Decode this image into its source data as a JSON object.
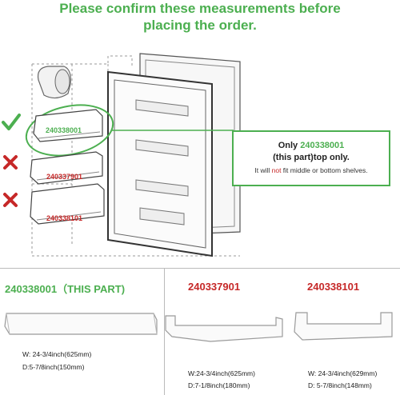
{
  "header": {
    "line1": "Please confirm these measurements before",
    "line2": "placing the order."
  },
  "callout": {
    "line1_prefix": "Only ",
    "line1_part": "240338001",
    "line2": "(this part)top only.",
    "line3_prefix": "It will ",
    "line3_not": "not",
    "line3_suffix": " fit middle or bottom shelves."
  },
  "diagram_labels": {
    "top": "240338001",
    "middle": "240337901",
    "bottom": "240338101"
  },
  "parts": [
    {
      "title": "240338001（THIS PART)",
      "width": "W:  24-3/4inch(625mm)",
      "depth": "D:5-7/8inch(150mm)"
    },
    {
      "title": "240337901",
      "width": "W:24-3/4inch(625mm)",
      "depth": "D:7-1/8inch(180mm)"
    },
    {
      "title": "240338101",
      "width": "W:  24-3/4inch(629mm)",
      "depth": "D:  5-7/8inch(148mm)"
    }
  ],
  "colors": {
    "accent_green": "#4caf50",
    "part_red": "#c62828"
  },
  "icons": [
    "check-icon",
    "x-icon",
    "x-icon"
  ]
}
